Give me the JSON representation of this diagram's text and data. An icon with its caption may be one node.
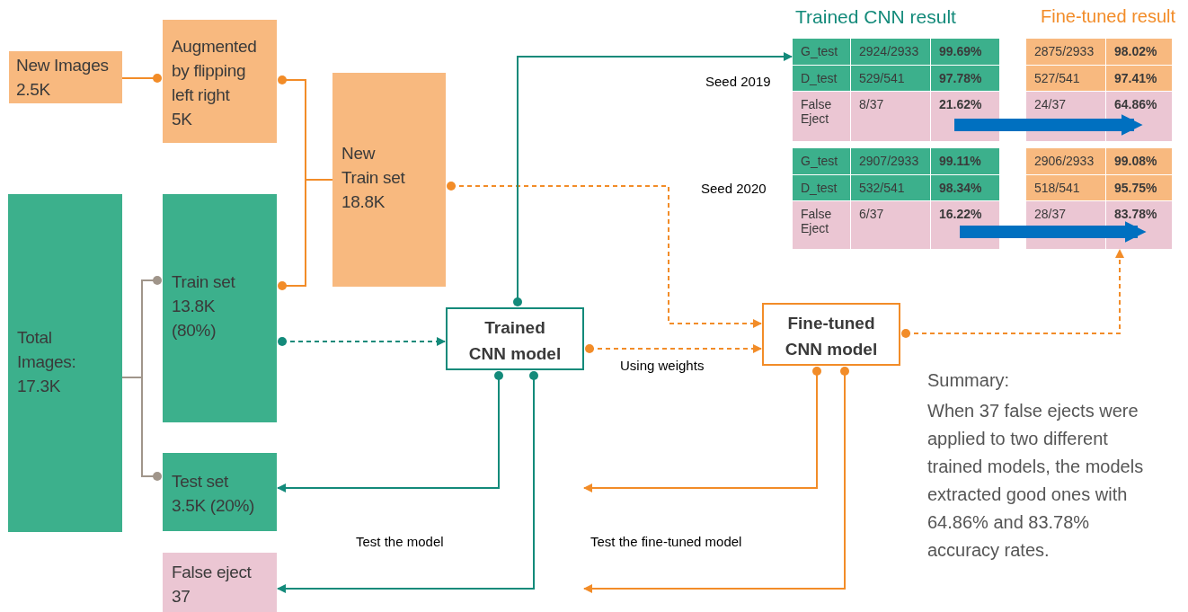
{
  "diagram": {
    "nodes": [
      {
        "text": [
          "New Images 2.5K"
        ]
      },
      {
        "text": [
          "Augmented by flipping left right 5K"
        ]
      },
      {
        "text": [
          "New Train set 18.8K"
        ]
      },
      {
        "text": [
          "Total Images: 17.3K"
        ]
      },
      {
        "text": [
          "Train set 13.8K (80%)"
        ]
      },
      {
        "text": [
          "Test set 3.5K (20%)"
        ]
      },
      {
        "text": [
          "False eject 37"
        ]
      },
      {
        "text": [
          "Trained CNN model"
        ]
      },
      {
        "text": [
          "Fine-tuned CNN model"
        ]
      },
      {
        "text": [
          "G_test",
          "2924/2933",
          "99.69%",
          "D_test",
          "529/541",
          "97.78%",
          "False Eject",
          "8/37",
          "21.62%"
        ],
        "beside": [
          "Seed 2019"
        ]
      },
      {
        "text": [
          "2875/2933",
          "98.02%",
          "527/541",
          "97.41%",
          "24/37",
          "64.86%"
        ]
      },
      {
        "text": [
          "G_test",
          "2907/2933",
          "99.11%",
          "D_test",
          "532/541",
          "98.34%",
          "False Eject",
          "6/37",
          "16.22%"
        ],
        "beside": [
          "Seed 2020"
        ]
      },
      {
        "text": [
          "2906/2933",
          "99.08%",
          "518/541",
          "95.75%",
          "28/37",
          "83.78%"
        ]
      }
    ],
    "edges": [
      {
        "from": 0,
        "to": 1,
        "arrow": "other"
      },
      {
        "from": 1,
        "to": 2,
        "arrow": "other"
      },
      {
        "from": 4,
        "to": 2,
        "arrow": "other"
      },
      {
        "from": 3,
        "to": 4,
        "arrow": "other",
        "color": "#a0958a"
      },
      {
        "from": 3,
        "to": 5,
        "arrow": "other",
        "color": "#a0958a"
      },
      {
        "from": 2,
        "to": 8,
        "arrow": "to",
        "style": "dashed"
      },
      {
        "from": 4,
        "to": 7,
        "arrow": "to",
        "style": "dashed",
        "color": "#138a7a"
      },
      {
        "from": 7,
        "to": 9,
        "arrow": "to",
        "color": "#138a7a"
      },
      {
        "from": 7,
        "to": 8,
        "arrow": "to",
        "style": "dashed",
        "label": "Using weights"
      },
      {
        "from": 8,
        "to": 12,
        "arrow": "to",
        "style": "dashed"
      },
      {
        "from": 7,
        "to": 5,
        "arrow": "to",
        "color": "#138a7a"
      },
      {
        "from": 7,
        "to": 6,
        "arrow": "to",
        "color": "#138a7a"
      },
      {
        "from": 8,
        "to": null,
        "arrow": "to"
      },
      {
        "from": 8,
        "to": null,
        "arrow": "to"
      },
      {
        "from": 9,
        "to": 10,
        "arrow": "to",
        "style": "thick",
        "color": "#0070c0"
      },
      {
        "from": 11,
        "to": 12,
        "arrow": "to",
        "style": "thick",
        "color": "#0070c0"
      }
    ],
    "labels": [
      "Trained CNN result",
      "Fine-tuned result",
      "Test the model",
      "Test the fine-tuned model",
      "Summary:",
      "When 37 false ejects were applied to two different trained models, the models extracted good ones with 64.86% and 83.78% accuracy rates."
    ]
  }
}
